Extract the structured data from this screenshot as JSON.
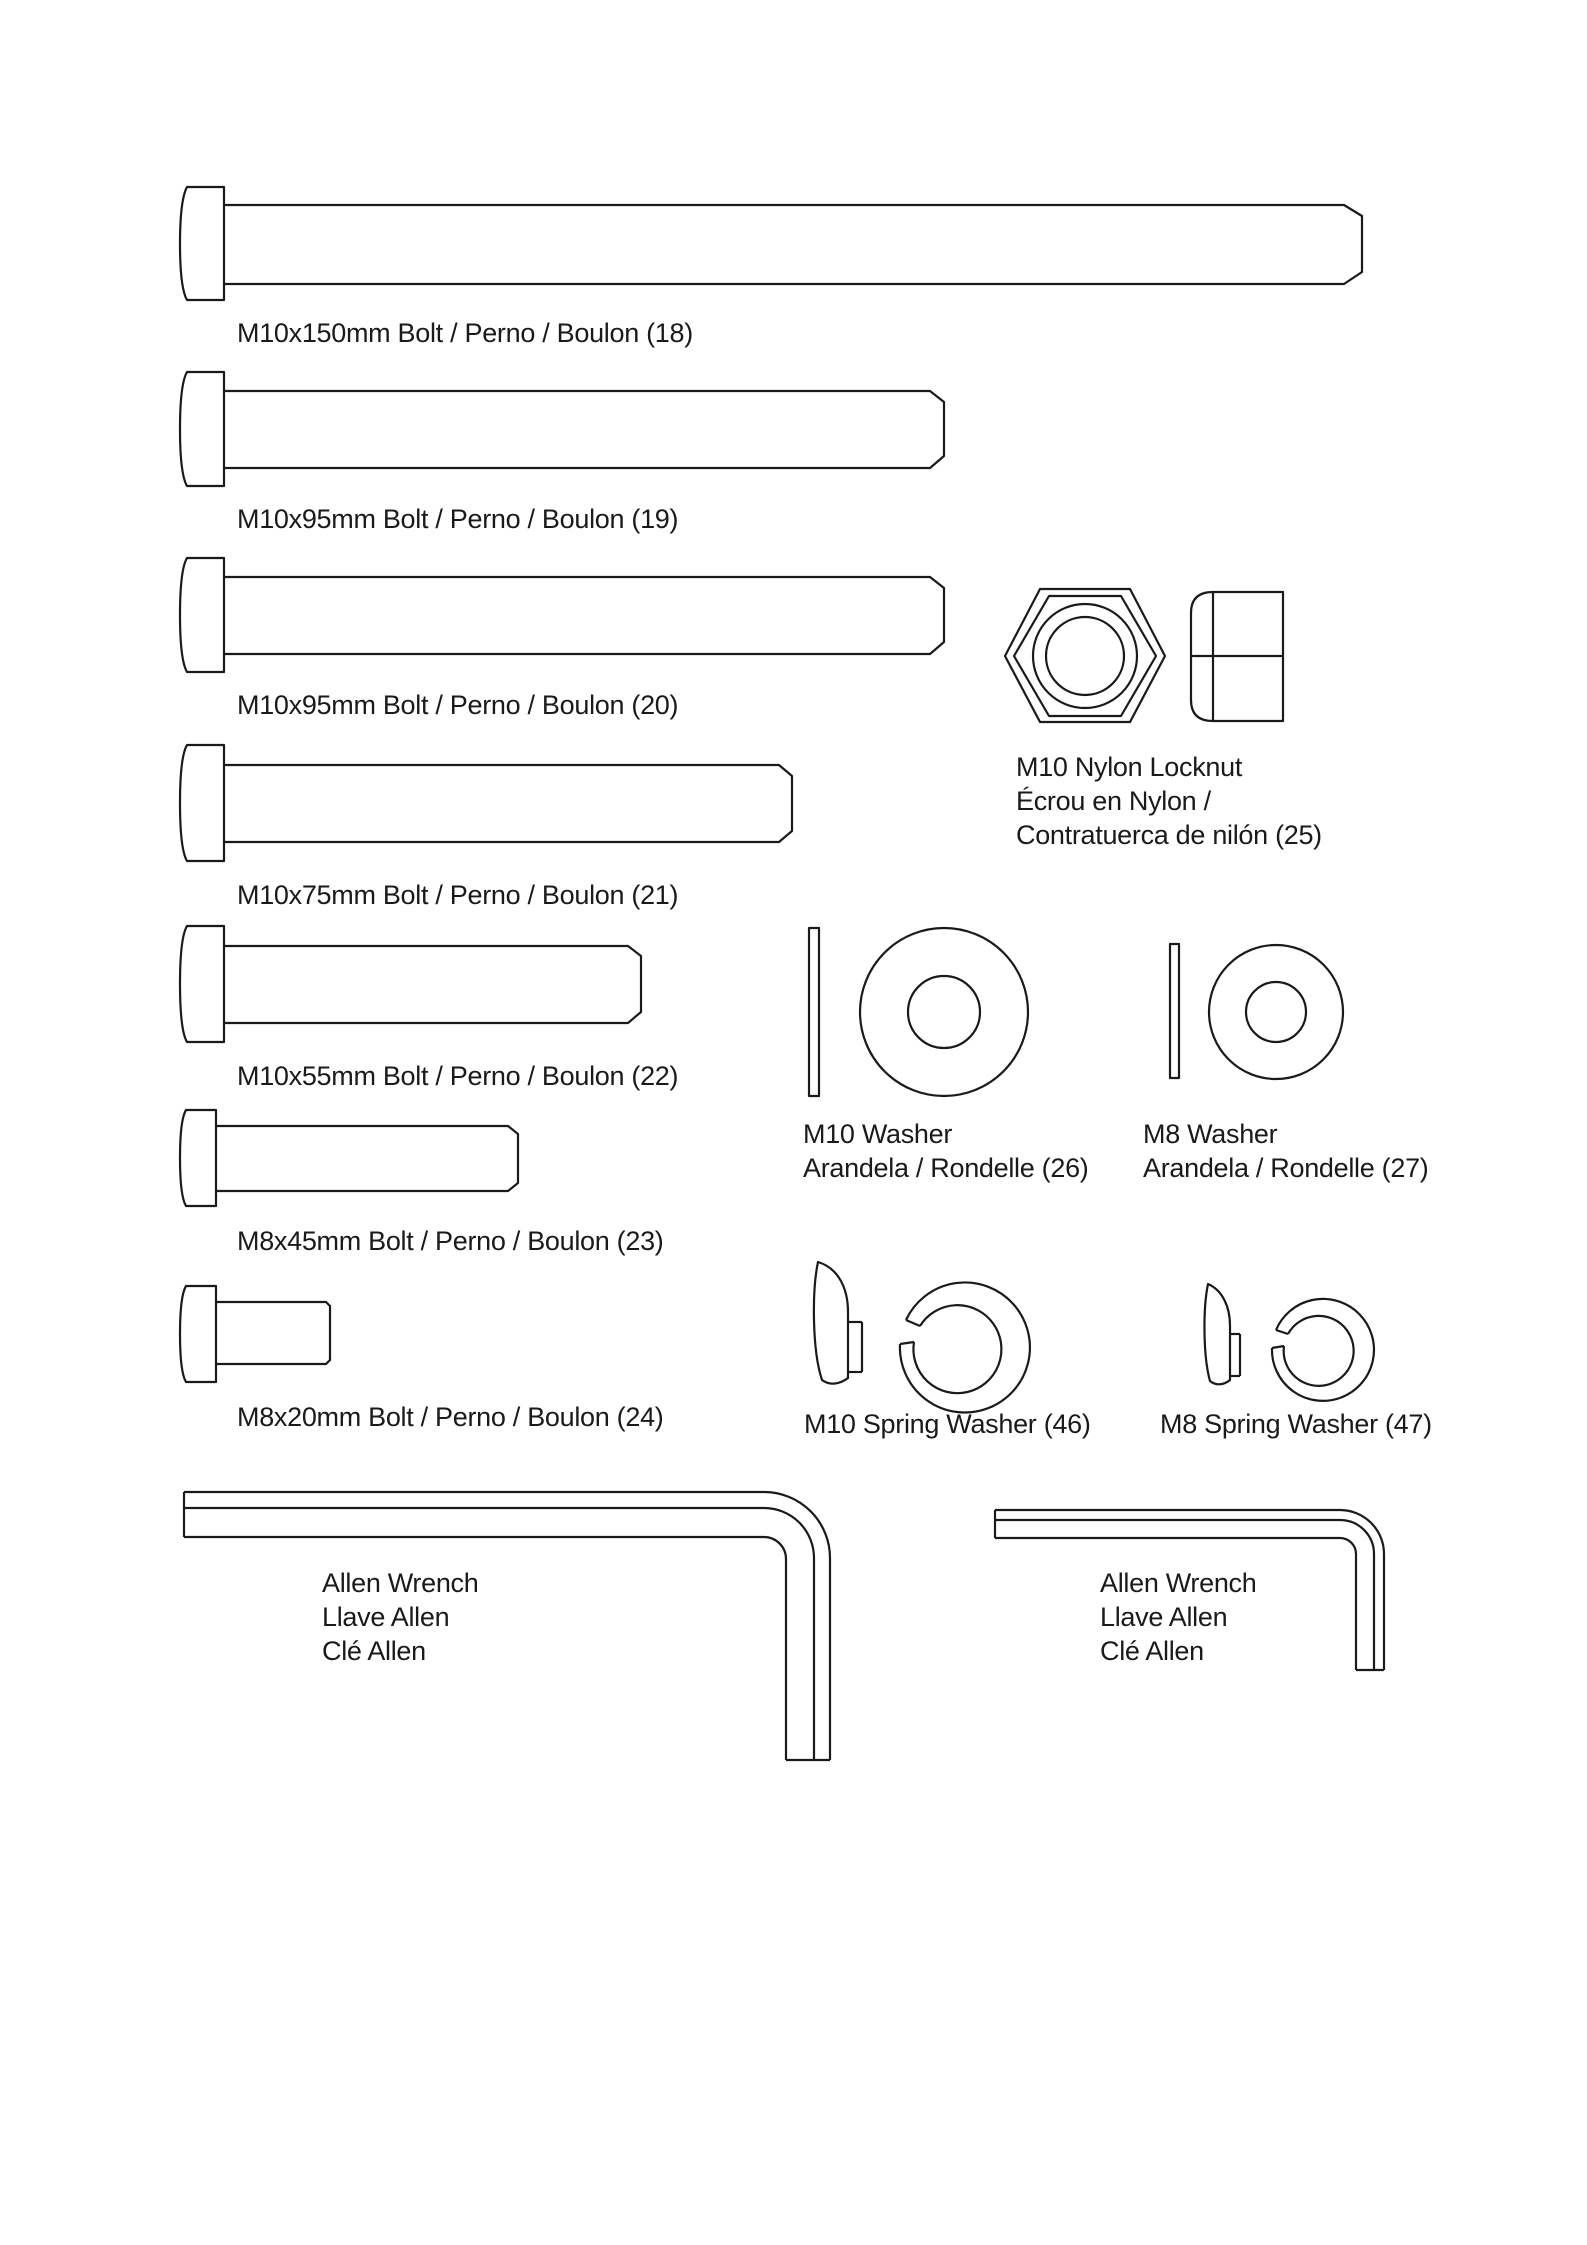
{
  "parts": {
    "bolt_18": "M10x150mm  Bolt / Perno / Boulon (18)",
    "bolt_19": "M10x95mm  Bolt / Perno / Boulon (19)",
    "bolt_20": "M10x95mm  Bolt / Perno / Boulon (20)",
    "bolt_21": "M10x75mm  Bolt / Perno / Boulon (21)",
    "bolt_22": "M10x55mm  Bolt / Perno / Boulon (22)",
    "bolt_23": "M8x45mm  Bolt / Perno / Boulon (23)",
    "bolt_24": "M8x20mm  Bolt / Perno / Boulon (24)",
    "locknut_25": [
      "M10  Nylon  Locknut",
      "Écrou en Nylon /",
      "Contratuerca de nilón  (25)"
    ],
    "washer_26": [
      "M10  Washer",
      "Arandela / Rondelle (26)"
    ],
    "washer_27": [
      "M8  Washer",
      "Arandela / Rondelle (27)"
    ],
    "spring_washer_46": "M10  Spring Washer (46)",
    "spring_washer_47": "M8  Spring Washer (47)",
    "allen_wrench_large": [
      "Allen Wrench",
      "Llave Allen",
      "Clé Allen"
    ],
    "allen_wrench_small": [
      "Allen Wrench",
      "Llave Allen",
      "Clé Allen"
    ]
  }
}
